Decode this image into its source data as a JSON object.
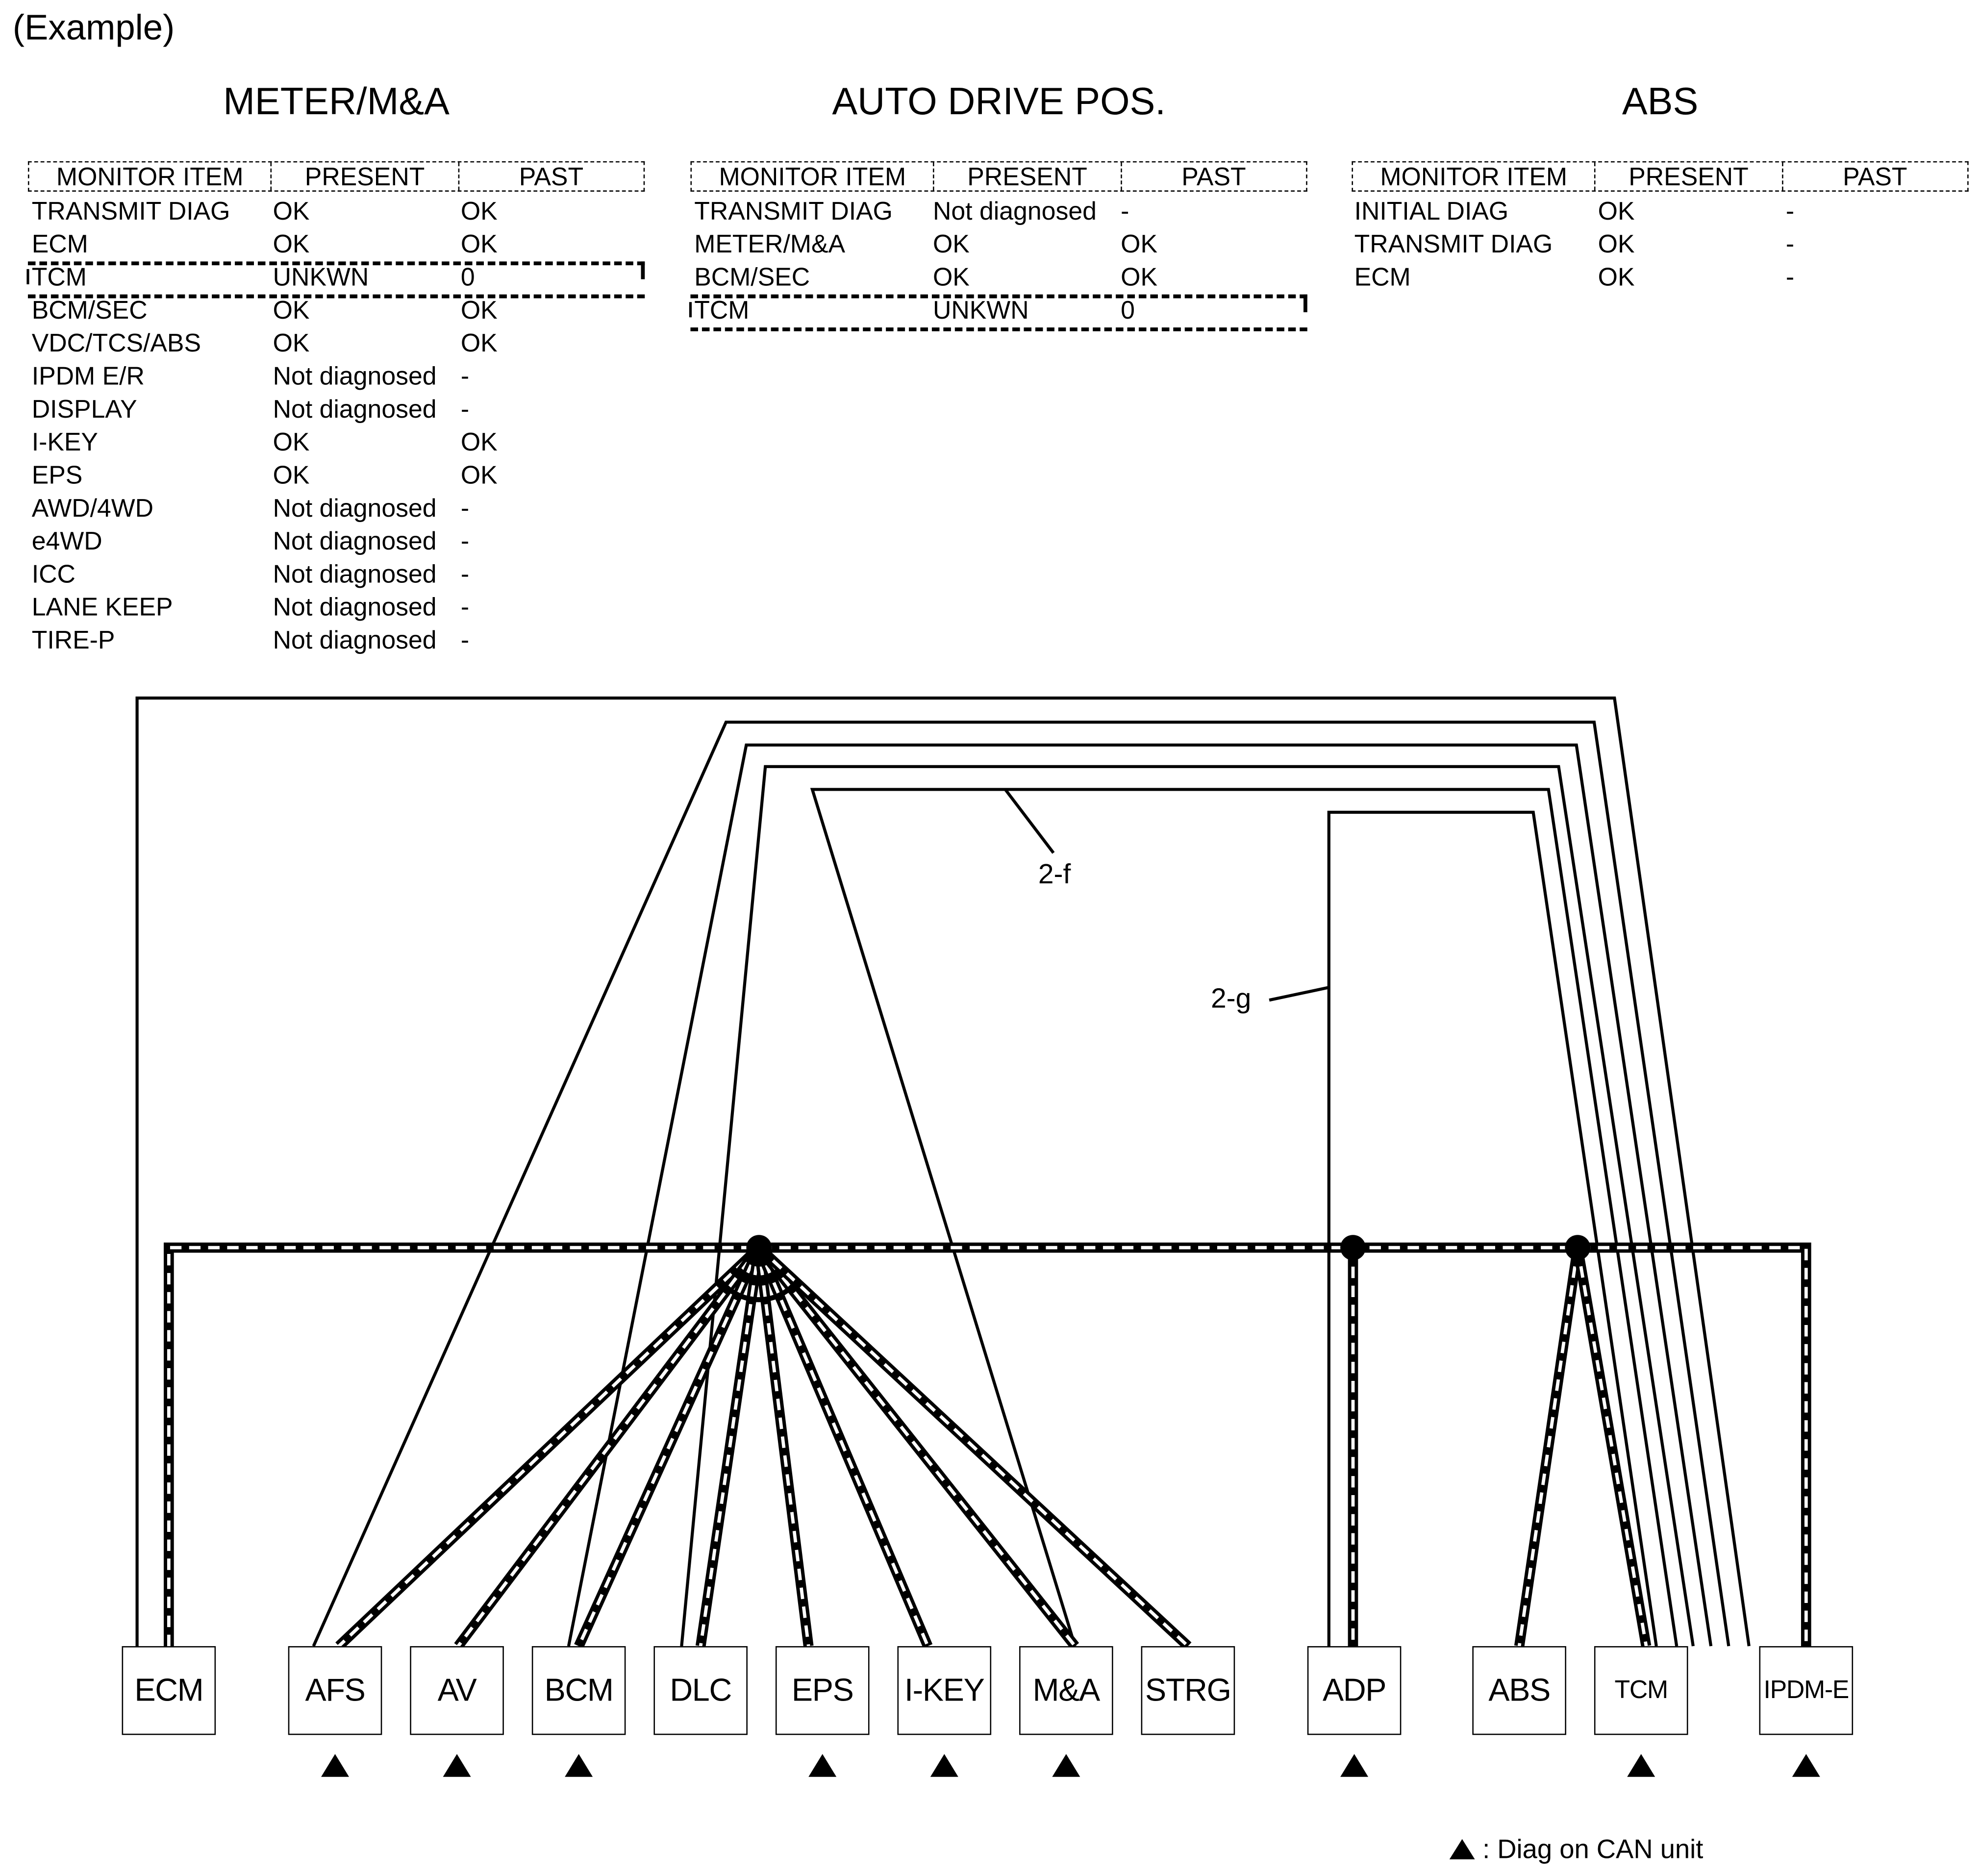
{
  "example_label": "(Example)",
  "headers": {
    "monitor_item": "MONITOR ITEM",
    "present": "PRESENT",
    "past": "PAST"
  },
  "tables": [
    {
      "title": "METER/M&A",
      "rows": [
        {
          "item": "TRANSMIT DIAG",
          "present": "OK",
          "past": "OK"
        },
        {
          "item": "ECM",
          "present": "OK",
          "past": "OK"
        },
        {
          "item": "TCM",
          "present": "UNKWN",
          "past": "0"
        },
        {
          "item": "BCM/SEC",
          "present": "OK",
          "past": "OK"
        },
        {
          "item": "VDC/TCS/ABS",
          "present": "OK",
          "past": "OK"
        },
        {
          "item": "IPDM E/R",
          "present": "Not diagnosed",
          "past": "-"
        },
        {
          "item": "DISPLAY",
          "present": "Not diagnosed",
          "past": "-"
        },
        {
          "item": "I-KEY",
          "present": "OK",
          "past": "OK"
        },
        {
          "item": "EPS",
          "present": "OK",
          "past": "OK"
        },
        {
          "item": "AWD/4WD",
          "present": "Not diagnosed",
          "past": "-"
        },
        {
          "item": "e4WD",
          "present": "Not diagnosed",
          "past": "-"
        },
        {
          "item": "ICC",
          "present": "Not diagnosed",
          "past": "-"
        },
        {
          "item": "LANE KEEP",
          "present": "Not diagnosed",
          "past": "-"
        },
        {
          "item": "TIRE-P",
          "present": "Not diagnosed",
          "past": "-"
        }
      ]
    },
    {
      "title": "AUTO DRIVE POS.",
      "rows": [
        {
          "item": "TRANSMIT DIAG",
          "present": "Not diagnosed",
          "past": "-"
        },
        {
          "item": "METER/M&A",
          "present": "OK",
          "past": "OK"
        },
        {
          "item": "BCM/SEC",
          "present": "OK",
          "past": "OK"
        },
        {
          "item": "TCM",
          "present": "UNKWN",
          "past": "0"
        }
      ]
    },
    {
      "title": "ABS",
      "rows": [
        {
          "item": "INITIAL DIAG",
          "present": "OK",
          "past": "-"
        },
        {
          "item": "TRANSMIT DIAG",
          "present": "OK",
          "past": "-"
        },
        {
          "item": "ECM",
          "present": "OK",
          "past": "-"
        }
      ]
    }
  ],
  "units": [
    "ECM",
    "AFS",
    "AV",
    "BCM",
    "DLC",
    "EPS",
    "I-KEY",
    "M&A",
    "STRG",
    "ADP",
    "ABS",
    "TCM",
    "IPDM-E"
  ],
  "diag_on_can": [
    "AFS",
    "AV",
    "BCM",
    "EPS",
    "I-KEY",
    "M&A",
    "ADP",
    "TCM",
    "IPDM-E"
  ],
  "labels": {
    "f": "2-f",
    "g": "2-g"
  },
  "legend": ": Diag on CAN unit"
}
